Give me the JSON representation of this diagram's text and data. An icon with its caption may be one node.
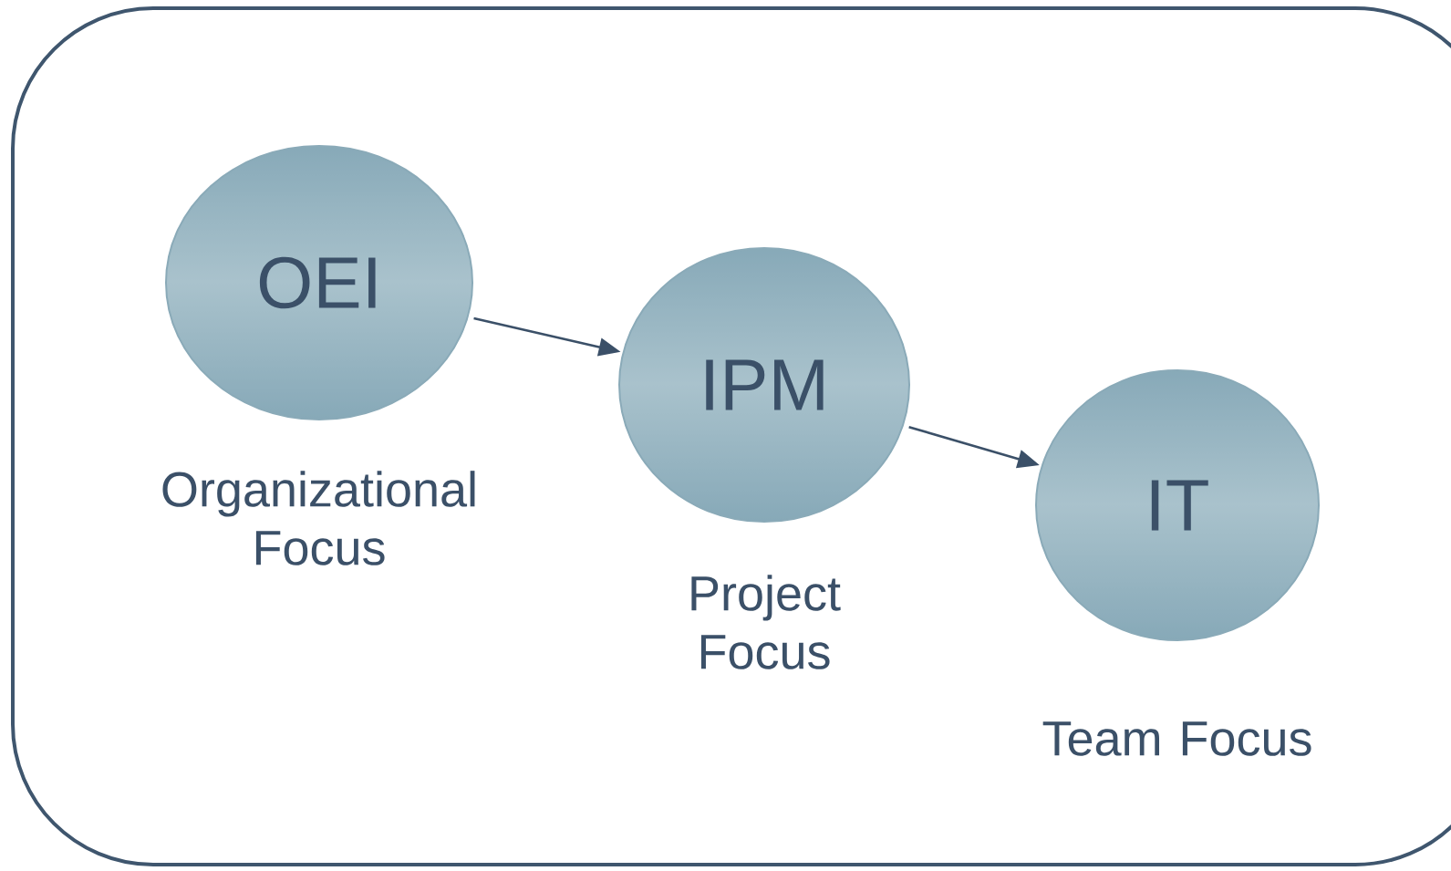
{
  "diagram": {
    "nodes": [
      {
        "text": [
          "OEI"
        ],
        "beside": [
          "Organizational Focus"
        ]
      },
      {
        "text": [
          "IPM"
        ],
        "beside": [
          "Project Focus"
        ]
      },
      {
        "text": [
          "IT"
        ],
        "beside": [
          "Team Focus"
        ]
      }
    ],
    "edges": [
      {
        "from": 0,
        "to": 1,
        "arrow": "to"
      },
      {
        "from": 1,
        "to": 2,
        "arrow": "to"
      }
    ]
  }
}
